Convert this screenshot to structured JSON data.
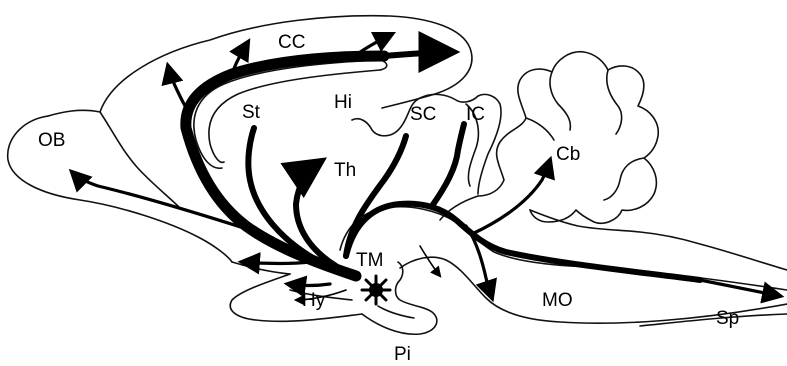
{
  "labels": {
    "cc": "CC",
    "ob": "OB",
    "st": "St",
    "hi": "Hi",
    "sc": "SC",
    "ic": "IC",
    "cb": "Cb",
    "th": "Th",
    "tm": "TM",
    "hy": "Hy",
    "mo": "MO",
    "sp": "Sp",
    "pi": "Pi"
  }
}
